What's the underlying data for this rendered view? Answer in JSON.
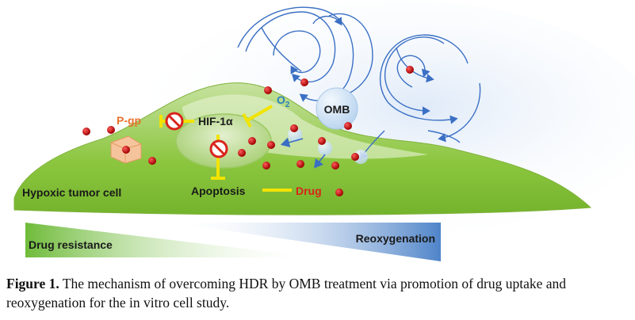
{
  "diagram": {
    "labels": {
      "pgp": "P-gp",
      "hif": "HIF-1α",
      "o2_main": "O",
      "o2_sub": "2",
      "omb": "OMB",
      "cell": "Hypoxic tumor cell",
      "apoptosis": "Apoptosis",
      "drug": "Drug",
      "resistance": "Drug resistance",
      "reoxygenation": "Reoxygenation"
    },
    "colors": {
      "cell_green": "#8cc63f",
      "nucleus_green": "#b5d884",
      "inhibit_yellow": "#f2e300",
      "drug_red": "#c00000",
      "stream_blue": "#3a6fc4",
      "bubble_blue": "#cfe3f6",
      "pgp_orange": "#e8722b",
      "bar_blue": "#5b8fd0",
      "bar_green": "#7cc242",
      "stop_red": "#d9241b"
    },
    "icons": [
      "no-entry-icon",
      "no-entry-icon"
    ]
  },
  "caption": {
    "label": "Figure 1.",
    "text": " The mechanism of overcoming HDR by OMB treatment via promotion of drug uptake and reoxygenation for the in vitro cell study."
  }
}
